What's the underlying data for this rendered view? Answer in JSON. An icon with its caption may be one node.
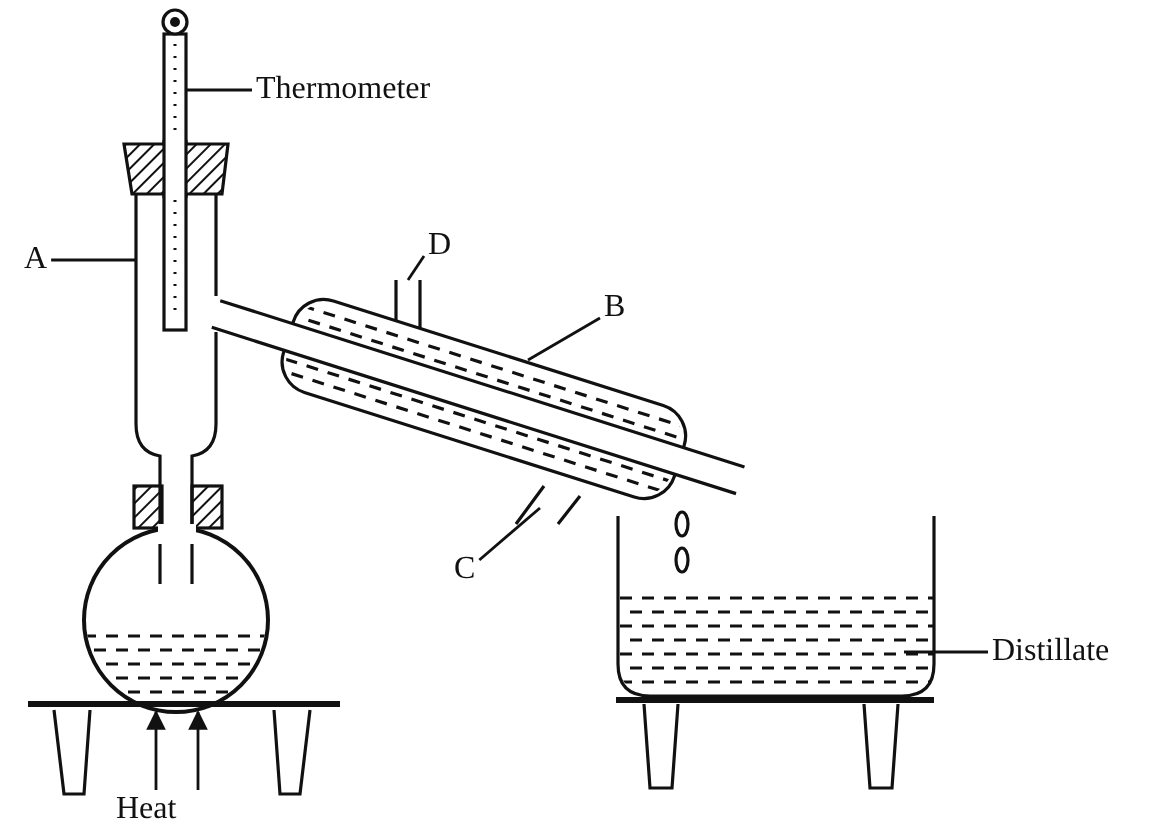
{
  "diagram": {
    "nodes": [
      {
        "text": [
          "Thermometer"
        ]
      },
      {
        "text": [],
        "shape": "thermometer"
      },
      {
        "text": [
          "A"
        ]
      },
      {
        "text": [],
        "shape": "column"
      },
      {
        "text": [
          "D"
        ]
      },
      {
        "text": [],
        "shape": "inlet"
      },
      {
        "text": [
          "B"
        ]
      },
      {
        "text": [],
        "shape": "condenser"
      },
      {
        "text": [
          "C"
        ]
      },
      {
        "text": [],
        "shape": "outlet"
      },
      {
        "text": [
          "Distillate"
        ]
      },
      {
        "text": [],
        "shape": "liquid"
      },
      {
        "text": [
          "Heat"
        ]
      },
      {
        "text": [],
        "shape": "flask"
      }
    ],
    "edges": [
      {
        "from": 0,
        "to": 1,
        "arrow": "none"
      },
      {
        "from": 2,
        "to": 3,
        "arrow": "none"
      },
      {
        "from": 4,
        "to": 5,
        "arrow": "none"
      },
      {
        "from": 6,
        "to": 7,
        "arrow": "none"
      },
      {
        "from": 8,
        "to": 9,
        "arrow": "none"
      },
      {
        "from": 10,
        "to": 11,
        "arrow": "none"
      },
      {
        "from": 12,
        "to": 13,
        "arrow": "to"
      },
      {
        "from": 12,
        "to": 13,
        "arrow": "to"
      }
    ]
  }
}
